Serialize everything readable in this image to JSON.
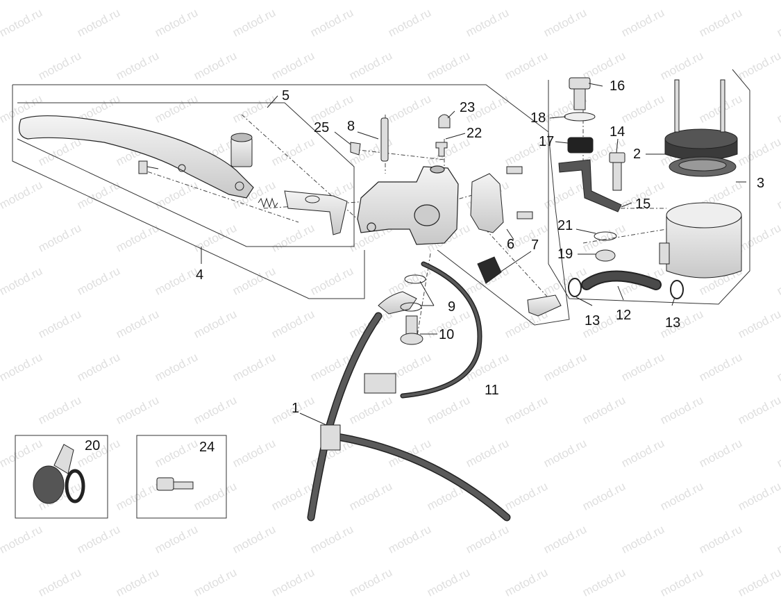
{
  "watermark": "motod.ru",
  "labels": {
    "l1": "1",
    "l2": "2",
    "l3": "3",
    "l4": "4",
    "l5": "5",
    "l6": "6",
    "l7": "7",
    "l8": "8",
    "l9": "9",
    "l10": "10",
    "l11": "11",
    "l12": "12",
    "l13a": "13",
    "l13b": "13",
    "l14": "14",
    "l15": "15",
    "l16": "16",
    "l17": "17",
    "l18": "18",
    "l19": "19",
    "l20": "20",
    "l21": "21",
    "l22": "22",
    "l23": "23",
    "l24": "24",
    "l25": "25"
  },
  "colors": {
    "line": "#222222",
    "part_fill": "#e4e4e4",
    "hose": "#4a4a4a",
    "dark": "#2e2e2e"
  }
}
